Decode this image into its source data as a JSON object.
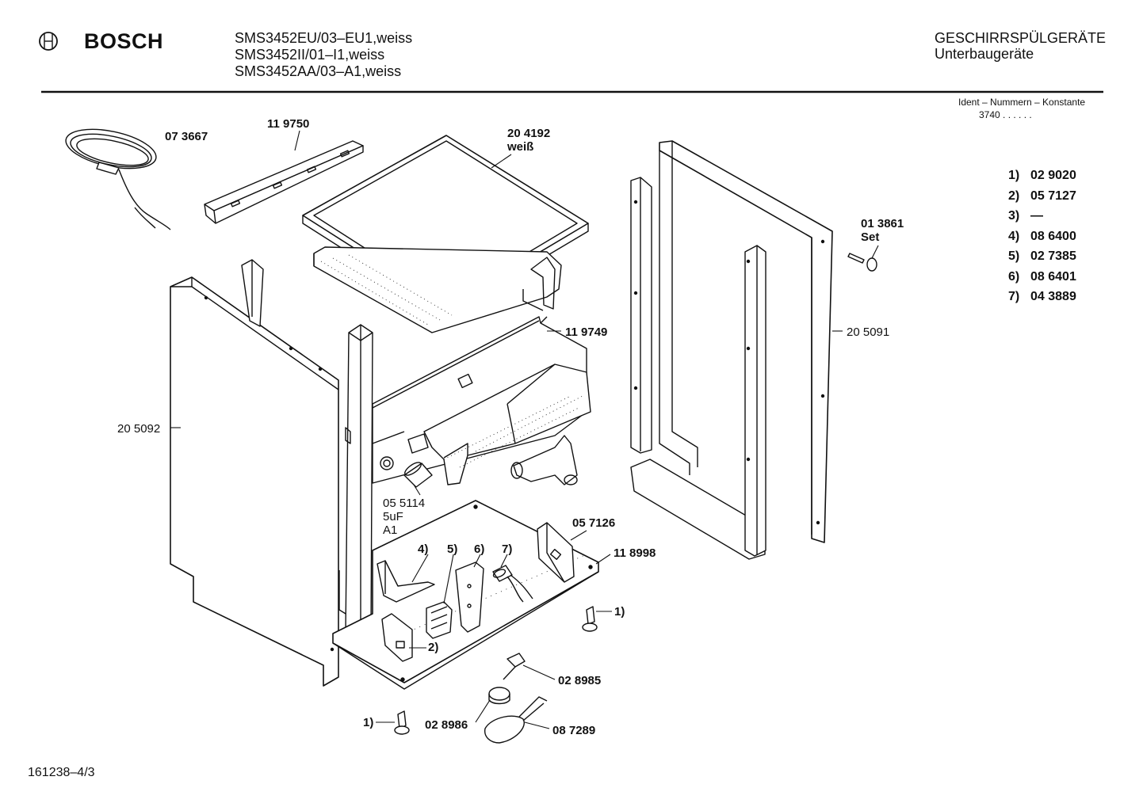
{
  "header": {
    "brand": "BOSCH",
    "models": [
      "SMS3452EU/03–EU1,weiss",
      "SMS3452II/01–I1,weiss",
      "SMS3452AA/03–A1,weiss"
    ],
    "category": "GESCHIRRSPÜLGERÄTE",
    "subcategory": "Unterbaugeräte",
    "ident_title": "Ident – Nummern – Konstante",
    "ident_value": "3740 . . . . . ."
  },
  "key_list": [
    {
      "num": "1)",
      "part": "02 9020"
    },
    {
      "num": "2)",
      "part": "05 7127"
    },
    {
      "num": "3)",
      "part": "—"
    },
    {
      "num": "4)",
      "part": "08 6400"
    },
    {
      "num": "5)",
      "part": "02 7385"
    },
    {
      "num": "6)",
      "part": "08 6401"
    },
    {
      "num": "7)",
      "part": "04 3889"
    }
  ],
  "parts": {
    "cable": "07 3667",
    "rail": "11 9750",
    "lid": "20 4192",
    "lid_color": "weiß",
    "screw_set": "01 3861",
    "screw_set_note": "Set",
    "right_panel": "20 5091",
    "left_panel": "20 5092",
    "bracket": "11 9749",
    "capacitor": "05 5114",
    "capacitor_value": "5uF",
    "capacitor_variant": "A1",
    "holder": "05 7126",
    "base": "11 8998",
    "ref4": "4)",
    "ref5": "5)",
    "ref6": "6)",
    "ref7": "7)",
    "ref1_right": "1)",
    "ref2": "2)",
    "switch": "02 8985",
    "ref1_left": "1)",
    "float": "02 8986",
    "sensor": "08 7289"
  },
  "footer": {
    "doc_number": "161238–4/3"
  }
}
